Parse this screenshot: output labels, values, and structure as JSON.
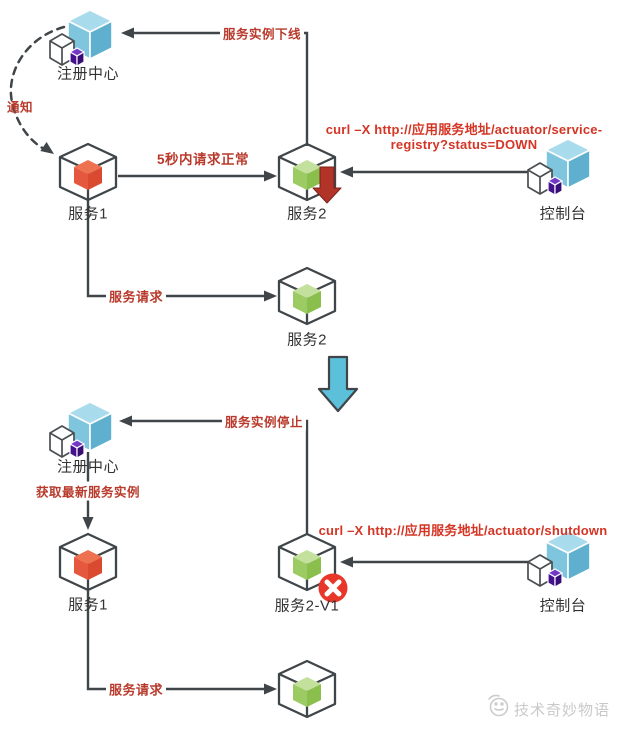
{
  "colors": {
    "line_dark": "#3f4549",
    "label_dark": "#333333",
    "label_red": "#b93a2c",
    "curl_red": "#d43525",
    "cyan_arrow": "#5cc0da",
    "badge_red": "#e8372a",
    "down_arrow_red": "#b23327",
    "cube_green": "#8bc34f",
    "cube_red": "#e05a3d",
    "cube_blue": "#7fc5de",
    "cube_purple": "#45128e",
    "watermark_gray": "#c9c9c9"
  },
  "icons": {
    "registry": "blue-cube-cluster-icon",
    "console": "blue-cube-cluster-icon",
    "service_red": "wireframe-cube-red-icon",
    "service_green": "wireframe-cube-green-icon",
    "transition": "big-down-arrow-icon",
    "going_down": "small-red-down-arrow-icon",
    "stopped": "red-x-badge-icon"
  },
  "top_flow": {
    "registry_label": "注册中心",
    "offline_label": "服务实例下线",
    "notify_label": "通知",
    "service1_label": "服务1",
    "request_ok_label": "5秒内请求正常",
    "service2_label": "服务2",
    "curl_command_line1": "curl –X http://应用服务地址/actuator/service-",
    "curl_command_line2": "registry?status=DOWN",
    "console_label": "控制台",
    "service_request_label": "服务请求",
    "service2_replica_label": "服务2"
  },
  "bottom_flow": {
    "registry_label": "注册中心",
    "stop_label": "服务实例停止",
    "fetch_label": "获取最新服务实例",
    "service1_label": "服务1",
    "service2_v1_label": "服务2-V1",
    "curl_command": "curl –X http://应用服务地址/actuator/shutdown",
    "console_label": "控制台",
    "service_request_label": "服务请求"
  },
  "watermark": {
    "text": "技术奇妙物语"
  }
}
